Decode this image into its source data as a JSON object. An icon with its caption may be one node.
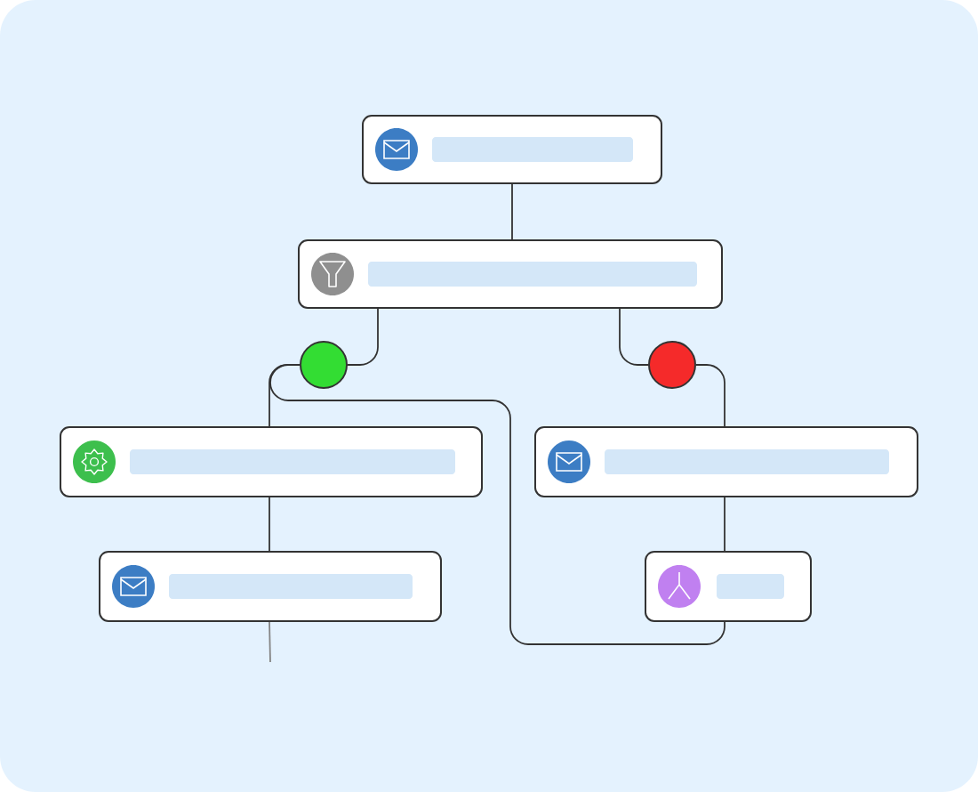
{
  "diagram": {
    "nodes": [
      {
        "text": [],
        "shape": "box"
      },
      {
        "text": [],
        "shape": "box"
      },
      {
        "text": [],
        "shape": "circle"
      },
      {
        "text": [],
        "shape": "circle"
      },
      {
        "text": [],
        "shape": "box"
      },
      {
        "text": [],
        "shape": "box"
      },
      {
        "text": [],
        "shape": "box"
      },
      {
        "text": [],
        "shape": "box"
      }
    ],
    "edges": [
      {
        "from": 0,
        "to": 1,
        "arrow": "none"
      },
      {
        "from": 1,
        "to": 2,
        "arrow": "none"
      },
      {
        "from": 1,
        "to": 3,
        "arrow": "none"
      },
      {
        "from": 2,
        "to": 4,
        "arrow": "none"
      },
      {
        "from": 2,
        "to": 7,
        "arrow": "none"
      },
      {
        "from": 3,
        "to": 5,
        "arrow": "none"
      },
      {
        "from": 4,
        "to": 6,
        "arrow": "none"
      },
      {
        "from": 5,
        "to": 7,
        "arrow": "none"
      },
      {
        "from": 6,
        "to": null,
        "arrow": "none"
      }
    ]
  }
}
